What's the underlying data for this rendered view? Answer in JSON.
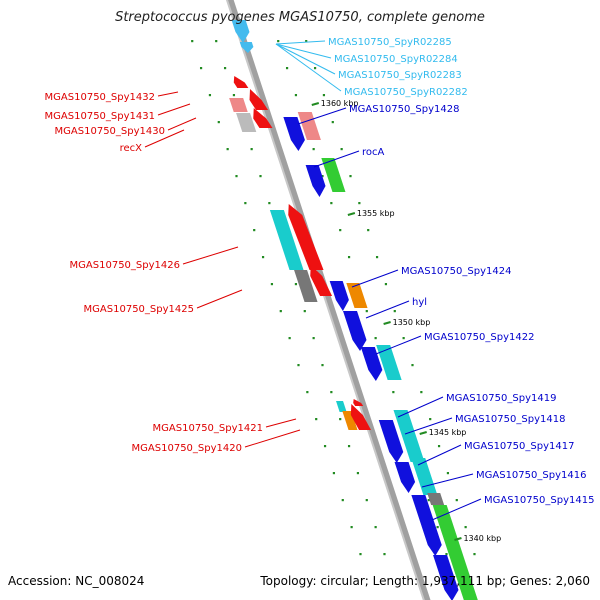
{
  "title": "Streptococcus pyogenes MGAS10750, complete genome",
  "footer": {
    "accession": "Accession: NC_008024",
    "summary": "Topology: circular; Length: 1,937,111 bp; Genes: 2,060"
  },
  "colors": {
    "backbone": "#a0a0a0",
    "forward_label": "#0000cc",
    "reverse_label": "#dd0000",
    "rna_label": "#33bbee",
    "tick": "#228b22",
    "gene_blue": "#1010dd",
    "gene_red": "#ee1111",
    "gene_cyan": "#19cccc",
    "gene_green": "#33cc33",
    "gene_orange": "#ee8800",
    "gene_pink": "#ee8888",
    "gene_gray": "#777777",
    "gene_lightgray": "#bbbbbb",
    "gene_skyblue": "#44bbee"
  },
  "scale_labels": [
    "1360 kbp",
    "1355 kbp",
    "1350 kbp",
    "1345 kbp",
    "1340 kbp"
  ],
  "gene_labels": {
    "rna": [
      "MGAS10750_SpyR02285",
      "MGAS10750_SpyR02284",
      "MGAS10750_SpyR02283",
      "MGAS10750_SpyR02282"
    ],
    "reverse": [
      "MGAS10750_Spy1432",
      "MGAS10750_Spy1431",
      "MGAS10750_Spy1430",
      "recX",
      "MGAS10750_Spy1426",
      "MGAS10750_Spy1425",
      "MGAS10750_Spy1421",
      "MGAS10750_Spy1420"
    ],
    "forward": [
      "MGAS10750_Spy1428",
      "rocA",
      "MGAS10750_Spy1424",
      "hyl",
      "MGAS10750_Spy1422",
      "MGAS10750_Spy1419",
      "MGAS10750_Spy1418",
      "MGAS10750_Spy1417",
      "MGAS10750_Spy1416",
      "MGAS10750_Spy1415"
    ]
  }
}
